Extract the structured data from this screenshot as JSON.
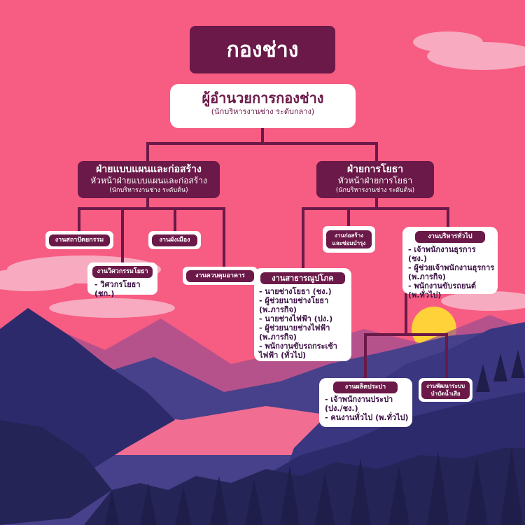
{
  "title": "กองช่าง",
  "director": {
    "title": "ผู้อำนวยการกองช่าง",
    "subtitle": "(นักบริหารงานช่าง ระดับกลาง)"
  },
  "division_design": {
    "title": "ฝ่ายแบบแผนและก่อสร้าง",
    "head": "หัวหน้าฝ่ายแบบแผนและก่อสร้าง",
    "level": "(นักบริหารงานช่าง ระดับต้น)",
    "units": {
      "architecture": "งานสถาปัตยกรรม",
      "city_planning": "งานผังเมือง",
      "civil_engineering": "งานวิศวกรรมโยธา",
      "civil_engineering_items": [
        "- วิศวกรโยธา (ชก.)"
      ],
      "building_control": "งานควบคุมอาคาร"
    }
  },
  "division_public_works": {
    "title": "ฝ่ายการโยธา",
    "head": "หัวหน้าฝ่ายการโยธา",
    "level": "(นักบริหารงานช่าง ระดับต้น)",
    "units": {
      "construction": "งานก่อสร้าง และซ่อมบำรุง",
      "general_admin": "งานบริหารทั่วไป",
      "general_admin_items": [
        "- เจ้าพนักงานธุรการ (ชง.)",
        "- ผู้ช่วยเจ้าพนักงานธุรการ (พ.ภารกิจ)",
        "- พนักงานขับรถยนต์ (พ.ทั่วไป)"
      ],
      "utilities": "งานสาธารณูปโภค",
      "utilities_items": [
        "- นายช่างโยธา (ชง.)",
        "- ผู้ช่วยนายช่างโยธา (พ.ภารกิจ)",
        "- นายช่างไฟฟ้า (ปง.)",
        "- ผู้ช่วยนายช่างไฟฟ้า (พ.ภารกิจ)",
        "- พนักงานขับรถกระเช้าไฟฟ้า (ทั่วไป)"
      ],
      "water_production": "งานผลิตประปา",
      "water_production_items": [
        "- เจ้าพนักงานประปา (ปง./ชง.)",
        "- คนงานทั่วไป (พ.ทั่วไป)"
      ],
      "wastewater": "งานพัฒนาระบบ บำบัดน้ำเสีย"
    }
  },
  "colors": {
    "background": "#f75c82",
    "plum": "#6b1948",
    "white": "#ffffff",
    "sun": "#ffd23a",
    "mountain_dark": "#2d2a6b",
    "mountain_mid": "#47408a",
    "forest": "#252456"
  }
}
